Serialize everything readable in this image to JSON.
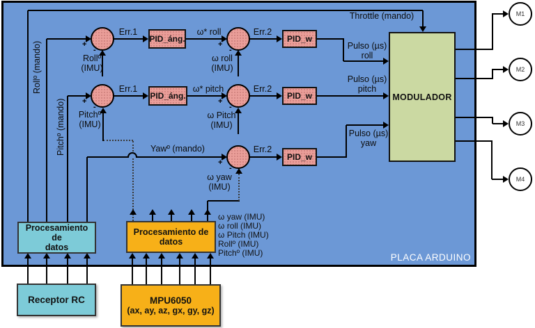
{
  "board": {
    "title": "PLACA ARDUINO"
  },
  "signals": {
    "throttle": "Throttle (mando)",
    "roll_cmd": "Rollº (mando)",
    "pitch_cmd": "Pitchº (mando)",
    "yaw_cmd": "Yawº (mando)",
    "err1": "Err.1",
    "err2": "Err.2",
    "w_ref_roll": "ω* roll",
    "w_ref_pitch": "ω* pitch",
    "plus": "+",
    "minus": "-",
    "fb_roll": {
      "l1": "Rollº",
      "l2": "(IMU)"
    },
    "fb_pitch": {
      "l1": "Pitchº",
      "l2": "(IMU)"
    },
    "fb_w_roll": {
      "l1": "ω  roll",
      "l2": "(IMU)"
    },
    "fb_w_pitch": {
      "l1": "ω  Pitch",
      "l2": "(IMU)"
    },
    "fb_w_yaw": {
      "l1": "ω  yaw",
      "l2": "(IMU)"
    },
    "pulso_roll": {
      "l1": "Pulso (µs)",
      "l2": "roll"
    },
    "pulso_pitch": {
      "l1": "Pulso (µs)",
      "l2": "pitch"
    },
    "pulso_yaw": {
      "l1": "Pulso (µs)",
      "l2": "yaw"
    }
  },
  "blocks": {
    "pid_ang": "PID_áng.",
    "pid_w": "PID_w",
    "modulador": "MODULADOR",
    "proc_rc": {
      "l1": "Procesamiento",
      "l2": "de",
      "l3": "datos"
    },
    "proc_imu": {
      "l1": "Procesamiento de",
      "l2": "datos"
    },
    "receptor": "Receptor RC",
    "mpu": {
      "l1": "MPU6050",
      "l2": "(ax, ay, az, gx, gy, gz)"
    }
  },
  "imu_outputs": [
    "ω  yaw (IMU)",
    "ω  roll (IMU)",
    "ω  Pitch (IMU)",
    "Rollº (IMU)",
    "Pitchº (IMU)"
  ],
  "motors": [
    "M1",
    "M2",
    "M3",
    "M4"
  ],
  "colors": {
    "board_blue": "#6C98D6",
    "block_pink": "#EA9E99",
    "modulator_green": "#CBD9A2",
    "rc_cyan": "#7DCBD8",
    "imu_orange": "#F7B018"
  }
}
